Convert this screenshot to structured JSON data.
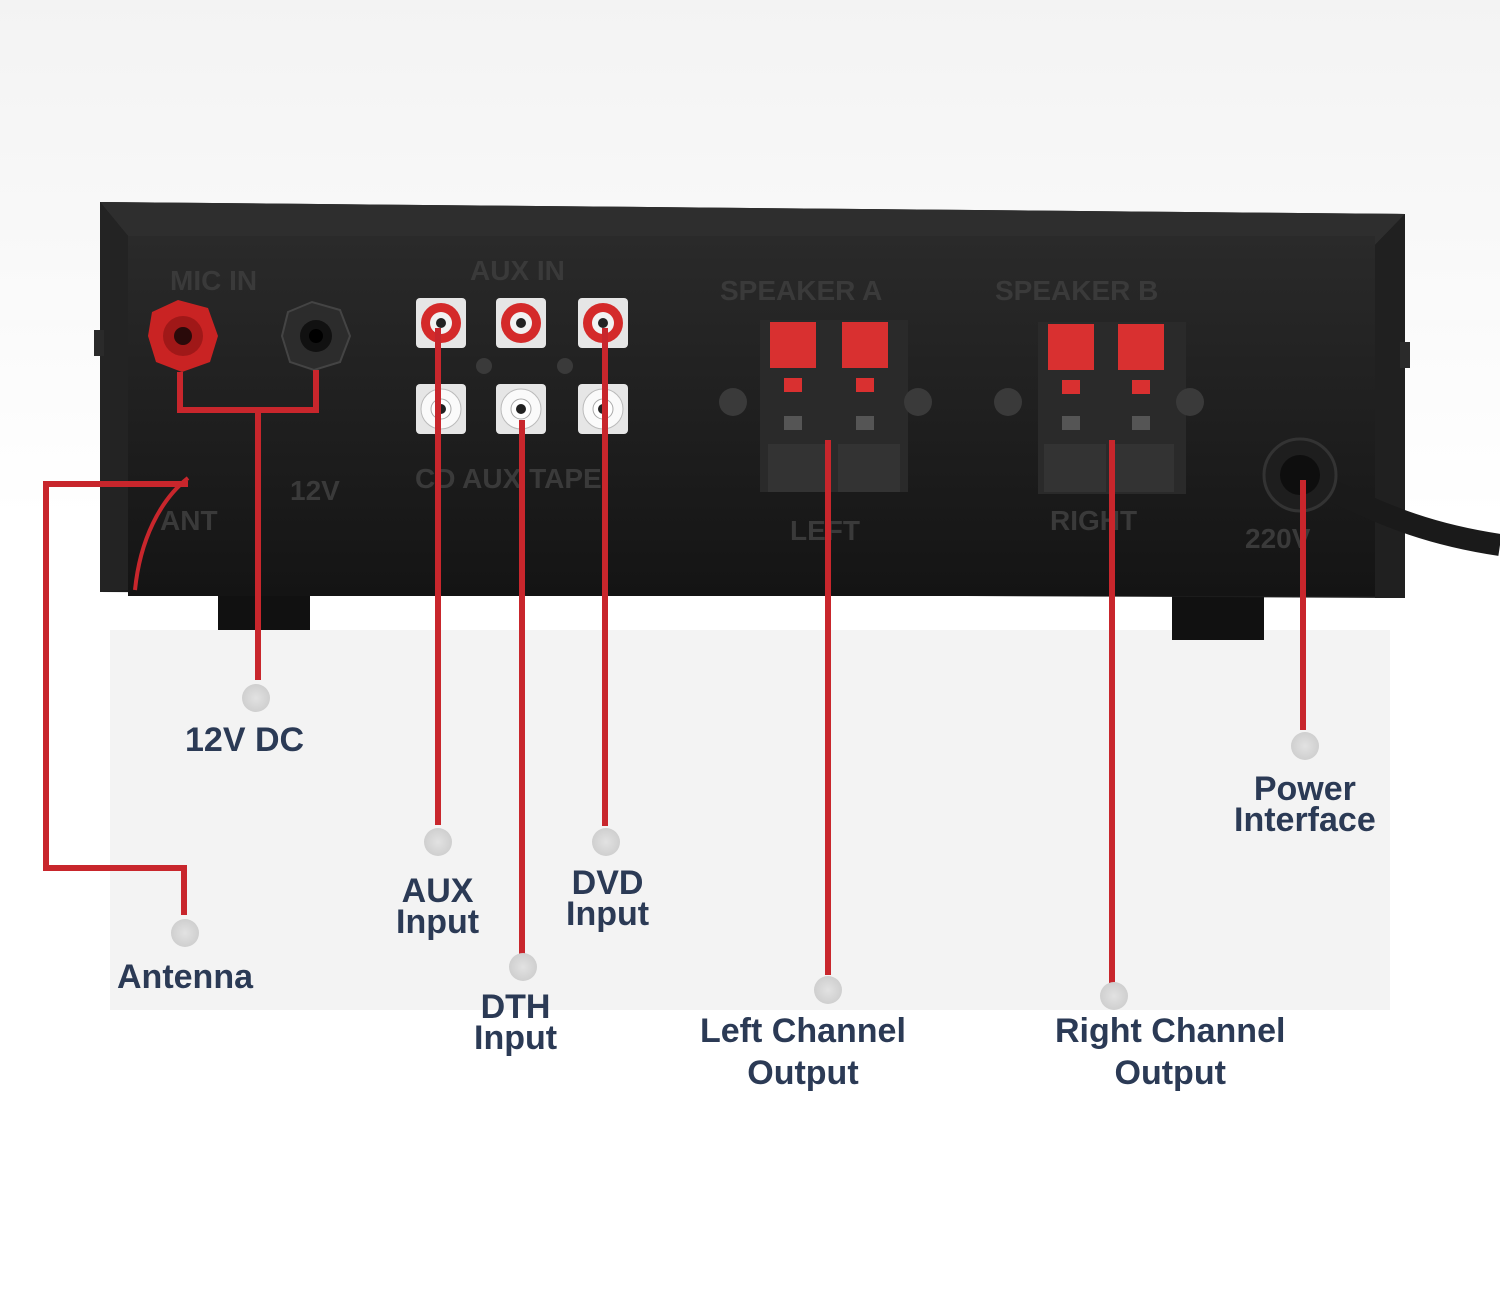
{
  "panel": {
    "silk": {
      "mic": "MIC IN",
      "aux": "AUX IN",
      "speaker_a": "SPEAKER A",
      "speaker_b": "SPEAKER B",
      "inputs": "CD  AUX  TAPE",
      "ant": "ANT",
      "dc": "12V",
      "left": "LEFT",
      "right": "RIGHT",
      "ac": "220V"
    }
  },
  "labels": {
    "dc": "12V DC",
    "antenna": "Antenna",
    "aux": [
      "AUX",
      "Input"
    ],
    "dth": [
      "DTH",
      "Input"
    ],
    "dvd": [
      "DVD",
      "Input"
    ],
    "left": [
      "Left Channel",
      "Output"
    ],
    "right": [
      "Right Channel",
      "Output"
    ],
    "power": [
      "Power",
      "Interface"
    ]
  },
  "colors": {
    "leader": "#c8262c",
    "panel": "#151515",
    "label": "#2b3a55",
    "terminal_red": "#d42a2a"
  }
}
